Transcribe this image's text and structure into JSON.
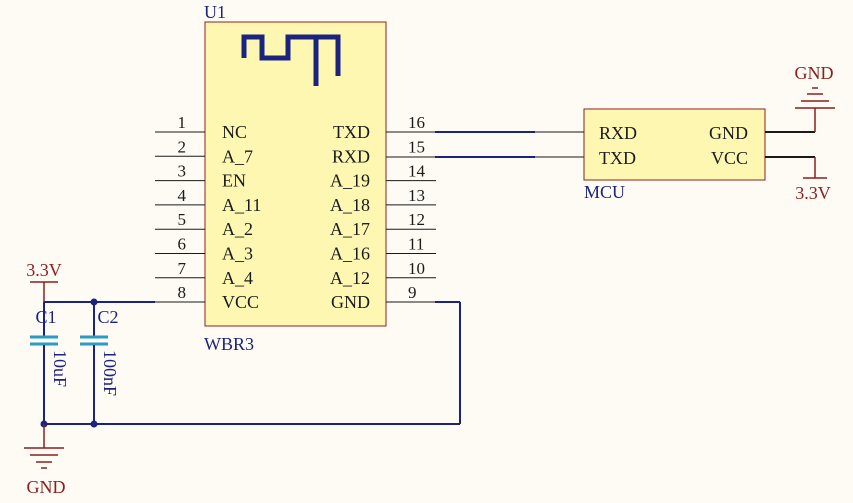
{
  "u1": {
    "ref": "U1",
    "part": "WBR3",
    "left_pins": [
      {
        "num": "1",
        "name": "NC"
      },
      {
        "num": "2",
        "name": "A_7"
      },
      {
        "num": "3",
        "name": "EN"
      },
      {
        "num": "4",
        "name": "A_11"
      },
      {
        "num": "5",
        "name": "A_2"
      },
      {
        "num": "6",
        "name": "A_3"
      },
      {
        "num": "7",
        "name": "A_4"
      },
      {
        "num": "8",
        "name": "VCC"
      }
    ],
    "right_pins": [
      {
        "num": "16",
        "name": "TXD"
      },
      {
        "num": "15",
        "name": "RXD"
      },
      {
        "num": "14",
        "name": "A_19"
      },
      {
        "num": "13",
        "name": "A_18"
      },
      {
        "num": "12",
        "name": "A_17"
      },
      {
        "num": "11",
        "name": "A_16"
      },
      {
        "num": "10",
        "name": "A_12"
      },
      {
        "num": "9",
        "name": "GND"
      }
    ]
  },
  "mcu": {
    "label": "MCU",
    "pins": {
      "rxd": "RXD",
      "txd": "TXD",
      "gnd": "GND",
      "vcc": "VCC"
    }
  },
  "power": {
    "mcu_gnd": "GND",
    "mcu_vcc": "3.3V",
    "left_vcc": "3.3V",
    "left_gnd": "GND"
  },
  "caps": [
    {
      "ref": "C1",
      "value": "10uF"
    },
    {
      "ref": "C2",
      "value": "100nF"
    }
  ],
  "colors": {
    "background": "#fdfbf4",
    "component_fill": "#fdf7b2",
    "component_stroke": "#8a2020",
    "wire": "#1a237e",
    "pin_line": "#1a1a1a",
    "capacitor": "#2b9bc1",
    "power": "#8a2020"
  }
}
